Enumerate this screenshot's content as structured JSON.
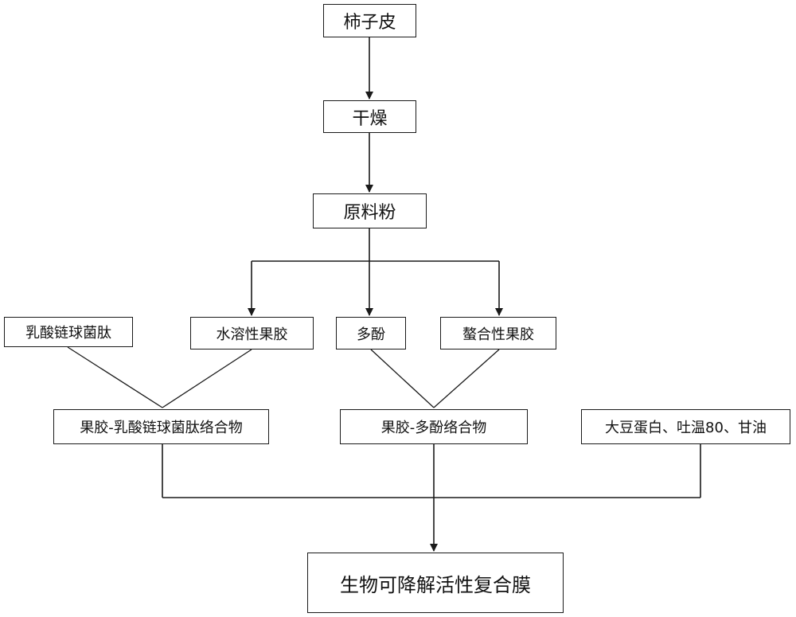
{
  "flowchart": {
    "nodes": {
      "persimmon_peel": "柿子皮",
      "drying": "干燥",
      "raw_powder": "原料粉",
      "nisin": "乳酸链球菌肽",
      "water_soluble_pectin": "水溶性果胶",
      "polyphenol": "多酚",
      "chelating_pectin": "螯合性果胶",
      "pectin_nisin_complex": "果胶-乳酸链球菌肽络合物",
      "pectin_polyphenol_complex": "果胶-多酚络合物",
      "additives": "大豆蛋白、吐温80、甘油",
      "final_film": "生物可降解活性复合膜"
    },
    "edges": [
      {
        "from": "persimmon_peel",
        "to": "drying",
        "arrow": true
      },
      {
        "from": "drying",
        "to": "raw_powder",
        "arrow": true
      },
      {
        "from": "raw_powder",
        "to": "water_soluble_pectin",
        "arrow": true
      },
      {
        "from": "raw_powder",
        "to": "polyphenol",
        "arrow": true
      },
      {
        "from": "raw_powder",
        "to": "chelating_pectin",
        "arrow": true
      },
      {
        "from": "nisin",
        "to": "pectin_nisin_complex",
        "arrow": false
      },
      {
        "from": "water_soluble_pectin",
        "to": "pectin_nisin_complex",
        "arrow": false
      },
      {
        "from": "polyphenol",
        "to": "pectin_polyphenol_complex",
        "arrow": false
      },
      {
        "from": "chelating_pectin",
        "to": "pectin_polyphenol_complex",
        "arrow": false
      },
      {
        "from": "pectin_nisin_complex",
        "to": "final_film",
        "arrow": true
      },
      {
        "from": "pectin_polyphenol_complex",
        "to": "final_film",
        "arrow": true
      },
      {
        "from": "additives",
        "to": "final_film",
        "arrow": true
      }
    ],
    "colors": {
      "line": "#1a1a1a",
      "border": "#1a1a1a",
      "text": "#111111",
      "background": "#ffffff"
    }
  }
}
